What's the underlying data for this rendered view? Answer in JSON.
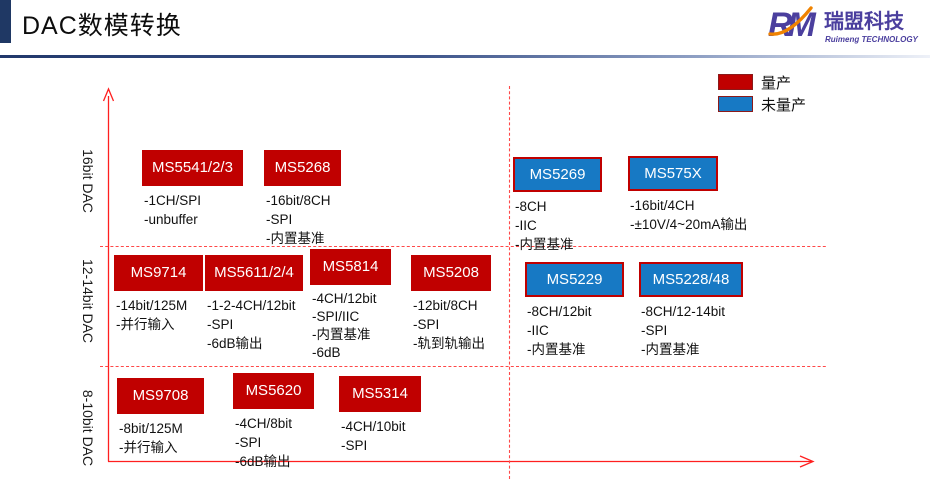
{
  "header": {
    "title": "DAC数模转换"
  },
  "logo": {
    "monogram": "RM",
    "brand_cn": "瑞盟科技",
    "brand_en": "Ruimeng TECHNOLOGY"
  },
  "legend": {
    "items": [
      {
        "label": "量产",
        "color": "#c00000"
      },
      {
        "label": "未量产",
        "color": "#1779c4"
      }
    ]
  },
  "axis": {
    "row_labels": [
      "16bit DAC",
      "12-14bit DAC",
      "8-10bit DAC"
    ]
  },
  "products": [
    {
      "name": "MS5541/2/3",
      "status": "量产",
      "row": "16bit DAC",
      "specs": [
        "-1CH/SPI",
        "-unbuffer"
      ]
    },
    {
      "name": "MS5268",
      "status": "量产",
      "row": "16bit DAC",
      "specs": [
        "-16bit/8CH",
        "-SPI",
        "-内置基准"
      ]
    },
    {
      "name": "MS5269",
      "status": "未量产",
      "row": "16bit DAC",
      "specs": [
        "-8CH",
        "-IIC",
        "-内置基准"
      ]
    },
    {
      "name": "MS575X",
      "status": "未量产",
      "row": "16bit DAC",
      "specs": [
        "-16bit/4CH",
        "-±10V/4~20mA输出"
      ]
    },
    {
      "name": "MS9714",
      "status": "量产",
      "row": "12-14bit DAC",
      "specs": [
        "-14bit/125M",
        "-并行输入"
      ]
    },
    {
      "name": "MS5611/2/4",
      "status": "量产",
      "row": "12-14bit DAC",
      "specs": [
        "-1-2-4CH/12bit",
        "-SPI",
        "-6dB输出"
      ]
    },
    {
      "name": "MS5814",
      "status": "量产",
      "row": "12-14bit DAC",
      "specs": [
        "-4CH/12bit",
        "-SPI/IIC",
        "-内置基准",
        "-6dB"
      ]
    },
    {
      "name": "MS5208",
      "status": "量产",
      "row": "12-14bit DAC",
      "specs": [
        "-12bit/8CH",
        "-SPI",
        "-轨到轨输出"
      ]
    },
    {
      "name": "MS5229",
      "status": "未量产",
      "row": "12-14bit DAC",
      "specs": [
        "-8CH/12bit",
        "-IIC",
        "-内置基准"
      ]
    },
    {
      "name": "MS5228/48",
      "status": "未量产",
      "row": "12-14bit DAC",
      "specs": [
        "-8CH/12-14bit",
        "-SPI",
        "-内置基准"
      ]
    },
    {
      "name": "MS9708",
      "status": "量产",
      "row": "8-10bit DAC",
      "specs": [
        "-8bit/125M",
        "-并行输入"
      ]
    },
    {
      "name": "MS5620",
      "status": "量产",
      "row": "8-10bit DAC",
      "specs": [
        "-4CH/8bit",
        "-SPI",
        "-6dB输出"
      ]
    },
    {
      "name": "MS5314",
      "status": "量产",
      "row": "8-10bit DAC",
      "specs": [
        "-4CH/10bit",
        "-SPI"
      ]
    }
  ]
}
